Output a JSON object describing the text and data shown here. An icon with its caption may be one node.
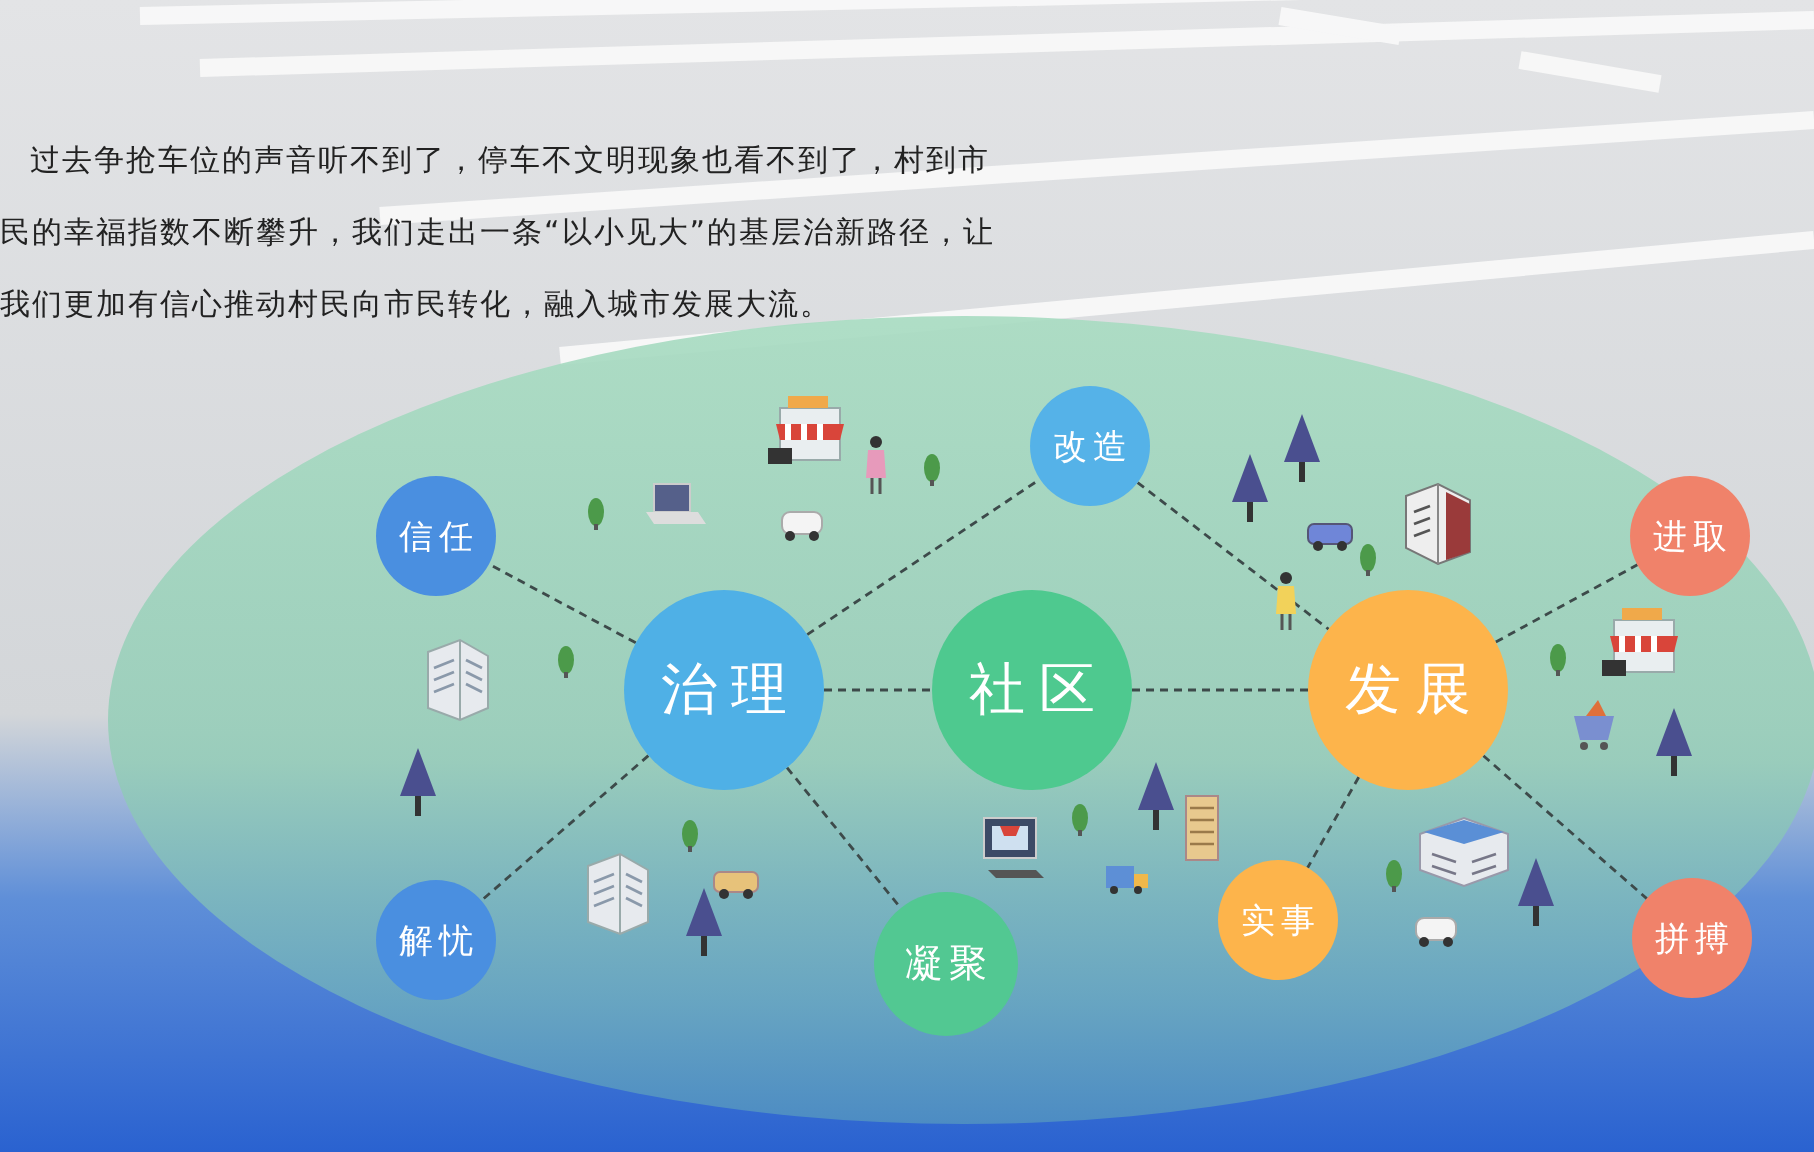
{
  "diagram": {
    "nodes": [
      {
        "text": [
          "改造"
        ]
      },
      {
        "text": [
          "信任"
        ]
      },
      {
        "text": [
          "进取"
        ]
      },
      {
        "text": [
          "治理"
        ]
      },
      {
        "text": [
          "社区"
        ]
      },
      {
        "text": [
          "发展"
        ]
      },
      {
        "text": [
          "解忧"
        ]
      },
      {
        "text": [
          "凝聚"
        ]
      },
      {
        "text": [
          "实事"
        ]
      },
      {
        "text": [
          "拼搏"
        ]
      }
    ],
    "edges": [
      {
        "from": 3,
        "to": 1,
        "arrow": "none",
        "style": "dashed"
      },
      {
        "from": 3,
        "to": 0,
        "arrow": "none",
        "style": "dashed"
      },
      {
        "from": 3,
        "to": 4,
        "arrow": "none",
        "style": "dashed"
      },
      {
        "from": 3,
        "to": 6,
        "arrow": "none",
        "style": "dashed"
      },
      {
        "from": 3,
        "to": 7,
        "arrow": "none",
        "style": "dashed"
      },
      {
        "from": 0,
        "to": 5,
        "arrow": "none",
        "style": "dashed"
      },
      {
        "from": 4,
        "to": 5,
        "arrow": "none",
        "style": "dashed"
      },
      {
        "from": 5,
        "to": 2,
        "arrow": "none",
        "style": "dashed"
      },
      {
        "from": 5,
        "to": 8,
        "arrow": "none",
        "style": "dashed"
      },
      {
        "from": 5,
        "to": 9,
        "arrow": "none",
        "style": "dashed"
      }
    ],
    "labels": [
      "过去争抢车位的声音听不到了，停车不文明现象也看不到了，村到市民的幸福指数不断攀升，我们走出一条“以小见大”的基层治新路径，让我们更加有信心推动村民向市民转化，融入城市发展大流。"
    ]
  }
}
